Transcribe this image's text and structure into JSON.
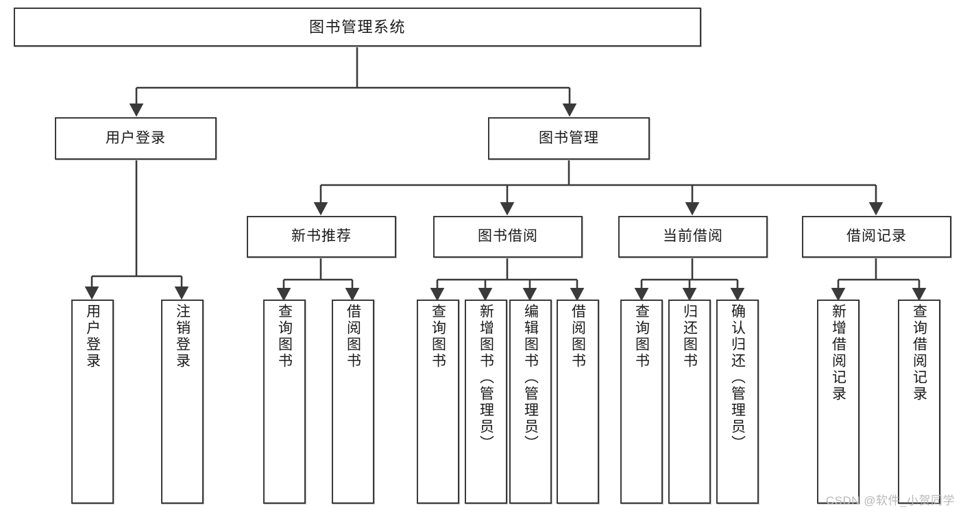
{
  "diagram": {
    "type": "tree",
    "title": "图书管理系统",
    "orientation": "top-down",
    "colors": {
      "box_border": "#3a3a3a",
      "box_fill": "#ffffff",
      "connector": "#3a3a3a",
      "watermark": "#b9b9b9",
      "page_background": "#ffffff"
    },
    "root": {
      "label": "图书管理系统"
    },
    "level2": [
      {
        "label": "用户登录"
      },
      {
        "label": "图书管理"
      }
    ],
    "level3": [
      {
        "label": "新书推荐"
      },
      {
        "label": "图书借阅"
      },
      {
        "label": "当前借阅"
      },
      {
        "label": "借阅记录"
      }
    ],
    "leaves": {
      "user_login": [
        {
          "label": "用户登录"
        },
        {
          "label": "注销登录"
        }
      ],
      "new_book_recommend": [
        {
          "label": "查询图书"
        },
        {
          "label": "借阅图书"
        }
      ],
      "book_borrow": [
        {
          "label": "查询图书"
        },
        {
          "label": "新增图书（管理员）"
        },
        {
          "label": "编辑图书（管理员）"
        },
        {
          "label": "借阅图书"
        }
      ],
      "current_borrow": [
        {
          "label": "查询图书"
        },
        {
          "label": "归还图书"
        },
        {
          "label": "确认归还（管理员）"
        }
      ],
      "borrow_record": [
        {
          "label": "新增借阅记录"
        },
        {
          "label": "查询借阅记录"
        }
      ]
    }
  },
  "watermark": {
    "text": "CSDN @软件_小贺同学"
  }
}
